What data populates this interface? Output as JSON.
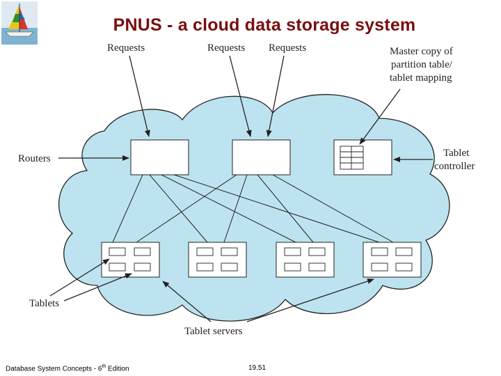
{
  "title": "PNUS - a cloud data storage system",
  "labels": {
    "requests_1": "Requests",
    "requests_2": "Requests",
    "requests_3": "Requests",
    "master_copy_line1": "Master copy of",
    "master_copy_line2": "partition table/",
    "master_copy_line3": "tablet mapping",
    "routers": "Routers",
    "tablet_controller_line1": "Tablet",
    "tablet_controller_line2": "controller",
    "tablets": "Tablets",
    "tablet_servers": "Tablet servers"
  },
  "footer": {
    "left_prefix": "Database System Concepts - 6",
    "left_sup": "th",
    "left_suffix": " Edition",
    "page": "19.51"
  },
  "colors": {
    "title": "#7a0d0d",
    "cloud_fill": "#bde3f0",
    "outline": "#222222"
  }
}
